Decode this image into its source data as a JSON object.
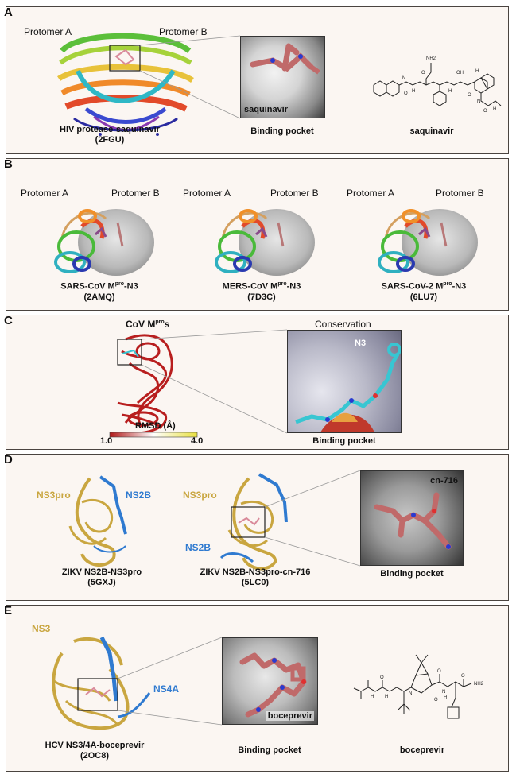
{
  "panel_a": {
    "label": "A",
    "protomer_a": "Protomer A",
    "protomer_b": "Protomer B",
    "structure_caption_line1": "HIV protease-saquinavir",
    "structure_caption_line2": "(2FGU)",
    "pocket_ligand": "saquinavir",
    "pocket_caption": "Binding pocket",
    "drug_caption": "saquinavir",
    "drug_atoms": [
      "N",
      "O",
      "H",
      "NH2",
      "O",
      "OH",
      "H",
      "O",
      "H",
      "N",
      "O",
      "H"
    ]
  },
  "panel_b": {
    "label": "B",
    "structures": [
      {
        "protomer_a": "Protomer A",
        "protomer_b": "Protomer B",
        "caption1_pre": "SARS-CoV M",
        "caption1_sup": "pro",
        "caption1_post": "-N3",
        "caption2": "(2AMQ)"
      },
      {
        "protomer_a": "Protomer A",
        "protomer_b": "Protomer B",
        "caption1_pre": "MERS-CoV M",
        "caption1_sup": "pro",
        "caption1_post": "-N3",
        "caption2": "(7D3C)"
      },
      {
        "protomer_a": "Protomer A",
        "protomer_b": "Protomer B",
        "caption1_pre": "SARS-CoV-2 M",
        "caption1_sup": "pro",
        "caption1_post": "-N3",
        "caption2": "(6LU7)"
      }
    ]
  },
  "panel_c": {
    "label": "C",
    "title_pre": "CoV M",
    "title_sup": "pro",
    "title_post": "s",
    "rmsd_label": "RMSD (Å)",
    "rmsd_min": "1.0",
    "rmsd_max": "4.0",
    "conservation_label": "Conservation",
    "conservation_symbol": "<",
    "conservation_colors": [
      "#f0a25a",
      "#9a4a7a",
      "#e8506a"
    ],
    "pocket_ligand": "N3",
    "pocket_caption": "Binding pocket"
  },
  "panel_d": {
    "label": "D",
    "left_ns3": "NS3pro",
    "left_ns2b": "NS2B",
    "left_caption1": "ZIKV NS2B-NS3pro",
    "left_caption2": "(5GXJ)",
    "mid_ns3": "NS3pro",
    "mid_ns2b": "NS2B",
    "mid_caption1": "ZIKV NS2B-NS3pro-cn-716",
    "mid_caption2": "(5LC0)",
    "pocket_ligand": "cn-716",
    "pocket_caption": "Binding pocket"
  },
  "panel_e": {
    "label": "E",
    "ns3": "NS3",
    "ns4a": "NS4A",
    "structure_caption1": "HCV NS3/4A-boceprevir",
    "structure_caption2": "(2OC8)",
    "pocket_ligand": "boceprevir",
    "pocket_caption": "Binding pocket",
    "drug_caption": "boceprevir",
    "drug_atoms": [
      "H",
      "O",
      "H",
      "N",
      "O",
      "O",
      "NH2",
      "N",
      "H",
      "O"
    ]
  },
  "colors": {
    "panel_bg": "#fbf6f2",
    "border": "#4a4440",
    "ns_blue": "#2f7ad0",
    "ns_gold": "#c9a640",
    "ligand_pink": "#c06a6a",
    "ligand_cyan": "#38c6d2"
  }
}
